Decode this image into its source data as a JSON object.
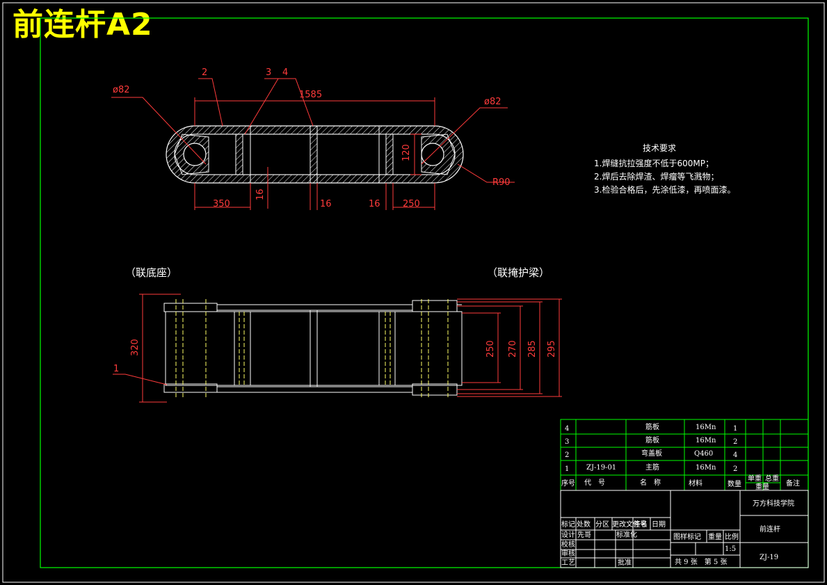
{
  "title": "前连杆A2",
  "part_numbers": [
    "1",
    "2",
    "3",
    "4"
  ],
  "dims": {
    "total_length": "1585",
    "dia_left": "ø82",
    "dia_right": "ø82",
    "radius": "R90",
    "height": "120",
    "d350": "350",
    "d250": "250",
    "t1": "16",
    "t2": "16",
    "t3": "16",
    "w320": "320",
    "w250": "250",
    "w270": "270",
    "w285": "285",
    "w295": "295"
  },
  "labels": {
    "left_end": "（联底座）",
    "right_end": "（联掩护梁）"
  },
  "requirements": {
    "title": "技术要求",
    "items": [
      "1.焊缝抗拉强度不低于600MP；",
      "2.焊后去除焊渣、焊瘤等飞溅物；",
      "3.检验合格后，先涂低漆，再喷面漆。"
    ]
  },
  "bom": {
    "rows": [
      {
        "no": "4",
        "code": "",
        "name": "筋板",
        "material": "16Mn",
        "qty": "1"
      },
      {
        "no": "3",
        "code": "",
        "name": "筋板",
        "material": "16Mn",
        "qty": "2"
      },
      {
        "no": "2",
        "code": "",
        "name": "弯盖板",
        "material": "Q460",
        "qty": "4"
      },
      {
        "no": "1",
        "code": "ZJ-19-01",
        "name": "主筋",
        "material": "16Mn",
        "qty": "2"
      }
    ],
    "header": {
      "no": "序号",
      "code": "代　号",
      "name": "名　称",
      "material": "材料",
      "qty": "数量",
      "single": "单重",
      "total": "总重",
      "weight": "重量",
      "remark": "备注"
    }
  },
  "titleblock": {
    "school": "万方科技学院",
    "part_name": "前连杆",
    "drawing_no": "ZJ-19",
    "scale_label": "比例",
    "scale": "1:5",
    "stage_label": "图样标记",
    "weight_label": "重量",
    "sheets": "共 9 张　第 5 张",
    "col_labels": [
      "标记",
      "处数",
      "分区",
      "更改文件号",
      "签名",
      "日期"
    ],
    "design_label": "设计",
    "designer": "先哥",
    "std_label": "标准化",
    "check_label": "校核",
    "review_label": "审核",
    "process_label": "工艺",
    "approve_label": "批准"
  },
  "colors": {
    "frame": "#00ff00",
    "outline": "#ffffff",
    "dimension": "#ff3b3b",
    "title": "#ffff00",
    "centerline": "#ffff66"
  }
}
